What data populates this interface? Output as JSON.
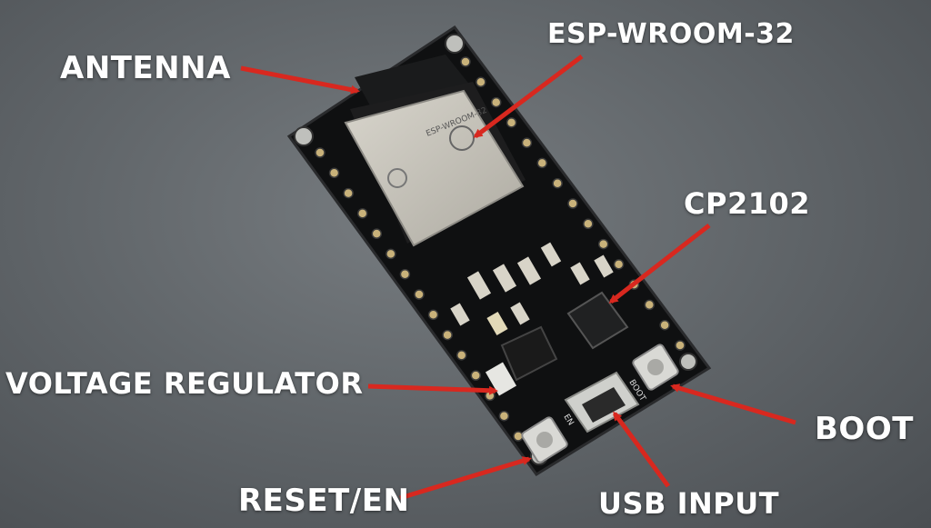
{
  "labels": {
    "antenna": "ANTENNA",
    "module": "ESP-WROOM-32",
    "usb_uart_chip": "CP2102",
    "voltage_regulator": "VOLTAGE REGULATOR",
    "boot_button": "BOOT",
    "reset_button": "RESET/EN",
    "usb_input": "USB INPUT"
  },
  "board_silkscreen": {
    "module_text": "ESP-WROOM-32",
    "boot_text": "BOOT",
    "en_text": "EN"
  },
  "colors": {
    "arrow": "#d8281f",
    "label_text": "#ffffff",
    "background": "#62676b",
    "pcb": "#121314",
    "module_shield": "#c9c6bd"
  }
}
